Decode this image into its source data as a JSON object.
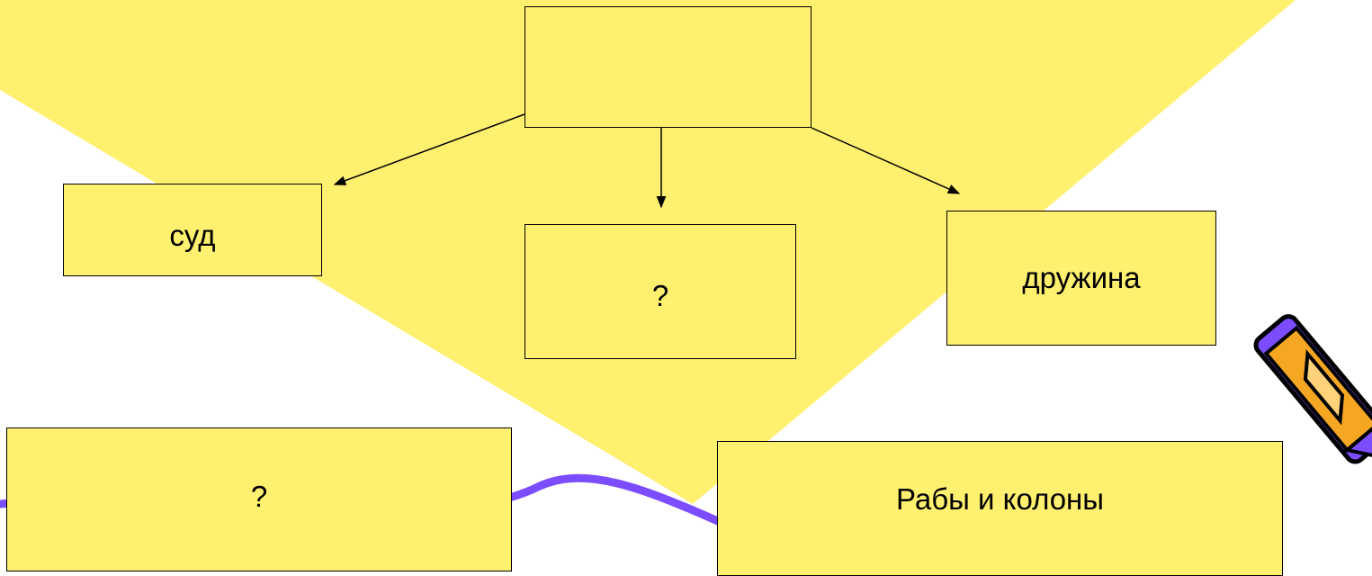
{
  "diagram": {
    "top_box": {
      "label": ""
    },
    "left_box": {
      "label": "суд"
    },
    "middle_box": {
      "label": "?"
    },
    "right_box": {
      "label": "дружина"
    },
    "bottom_left_box": {
      "label": "?"
    },
    "bottom_right_box": {
      "label": "Рабы и колоны"
    }
  },
  "colors": {
    "background": "#ffffff",
    "triangle": "#fff06f",
    "box_fill": "#fff06f",
    "box_border": "#000000",
    "swoosh": "#7b4dff",
    "pencil_body": "#f5a623",
    "pencil_outline": "#000000"
  },
  "icons": {
    "decoration": "pencil-icon"
  }
}
